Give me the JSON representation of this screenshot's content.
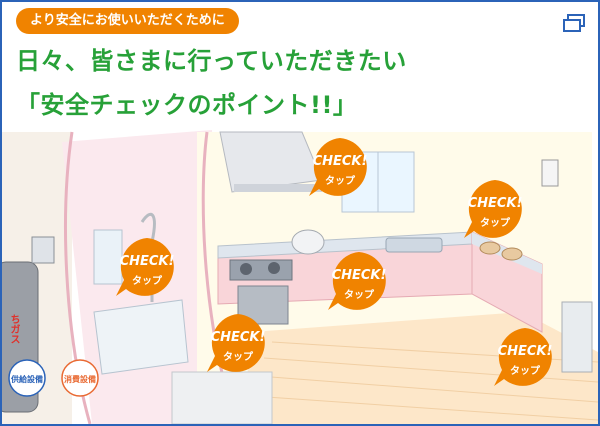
{
  "banner": {
    "label": "より安全にお使いいただくために"
  },
  "heading": {
    "line1": "日々、皆さまに行っていただきたい",
    "line2": "「安全チェックのポイント!!」"
  },
  "hotspot_label": "CHECK!",
  "hotspot_sub": "タップ",
  "hotspots": [
    {
      "id": "range-hood"
    },
    {
      "id": "bath-shower"
    },
    {
      "id": "gas-stove"
    },
    {
      "id": "floor-area"
    },
    {
      "id": "counter-right"
    },
    {
      "id": "water-heater"
    }
  ],
  "diagram_labels": {
    "supply": "供給設備",
    "consumption": "消費設備",
    "gas_partial": "ちガス"
  },
  "colors": {
    "accent": "#f08300",
    "heading": "#27a138",
    "frame": "#2b63b8"
  }
}
